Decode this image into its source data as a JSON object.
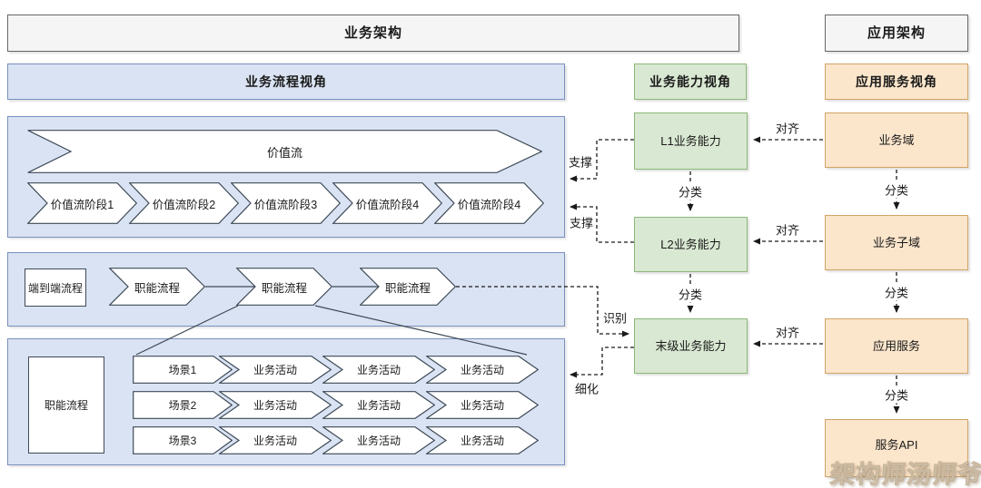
{
  "headers": {
    "business_architecture": "业务架构",
    "application_architecture": "应用架构",
    "business_process_view": "业务流程视角",
    "business_capability_view": "业务能力视角",
    "application_service_view": "应用服务视角"
  },
  "value_stream_panel": {
    "main_arrow": "价值流",
    "stages": [
      "价值流阶段1",
      "价值流阶段2",
      "价值流阶段3",
      "价值流阶段4",
      "价值流阶段4"
    ]
  },
  "process_panel": {
    "end_to_end": "端到端流程",
    "functional_processes": [
      "职能流程",
      "职能流程",
      "职能流程"
    ]
  },
  "scenario_panel": {
    "functional_process": "职能流程",
    "rows": [
      {
        "scenario": "场景1",
        "activities": [
          "业务活动",
          "业务活动",
          "业务活动"
        ]
      },
      {
        "scenario": "场景2",
        "activities": [
          "业务活动",
          "业务活动",
          "业务活动"
        ]
      },
      {
        "scenario": "场景3",
        "activities": [
          "业务活动",
          "业务活动",
          "业务活动"
        ]
      }
    ]
  },
  "capability_column": {
    "l1": "L1业务能力",
    "l2": "L2业务能力",
    "leaf": "末级业务能力"
  },
  "application_column": {
    "domain": "业务域",
    "subdomain": "业务子域",
    "service": "应用服务",
    "api": "服务API"
  },
  "connector_labels": {
    "support_1": "支撑",
    "support_2": "支撑",
    "classify_l1_l2": "分类",
    "classify_l2_leaf": "分类",
    "align_domain_l1": "对齐",
    "align_subdomain_l2": "对齐",
    "align_service_leaf": "对齐",
    "identify": "识别",
    "refine": "细化",
    "classify_domain_subdomain": "分类",
    "classify_subdomain_service": "分类",
    "classify_service_api": "分类"
  },
  "watermark": "架构师汤师爷",
  "colors": {
    "panel_blue_fill": "#dae3f3",
    "panel_blue_border": "#7a90bd",
    "capability_green_fill": "#d9e8d2",
    "capability_green_border": "#8cb878",
    "application_orange_fill": "#fbe5cb",
    "application_orange_border": "#d0a468",
    "header_gray_fill": "#f5f5f5",
    "header_gray_border": "#666666",
    "shape_stroke": "#3e4a57",
    "connector_black": "#1a1a1a"
  }
}
